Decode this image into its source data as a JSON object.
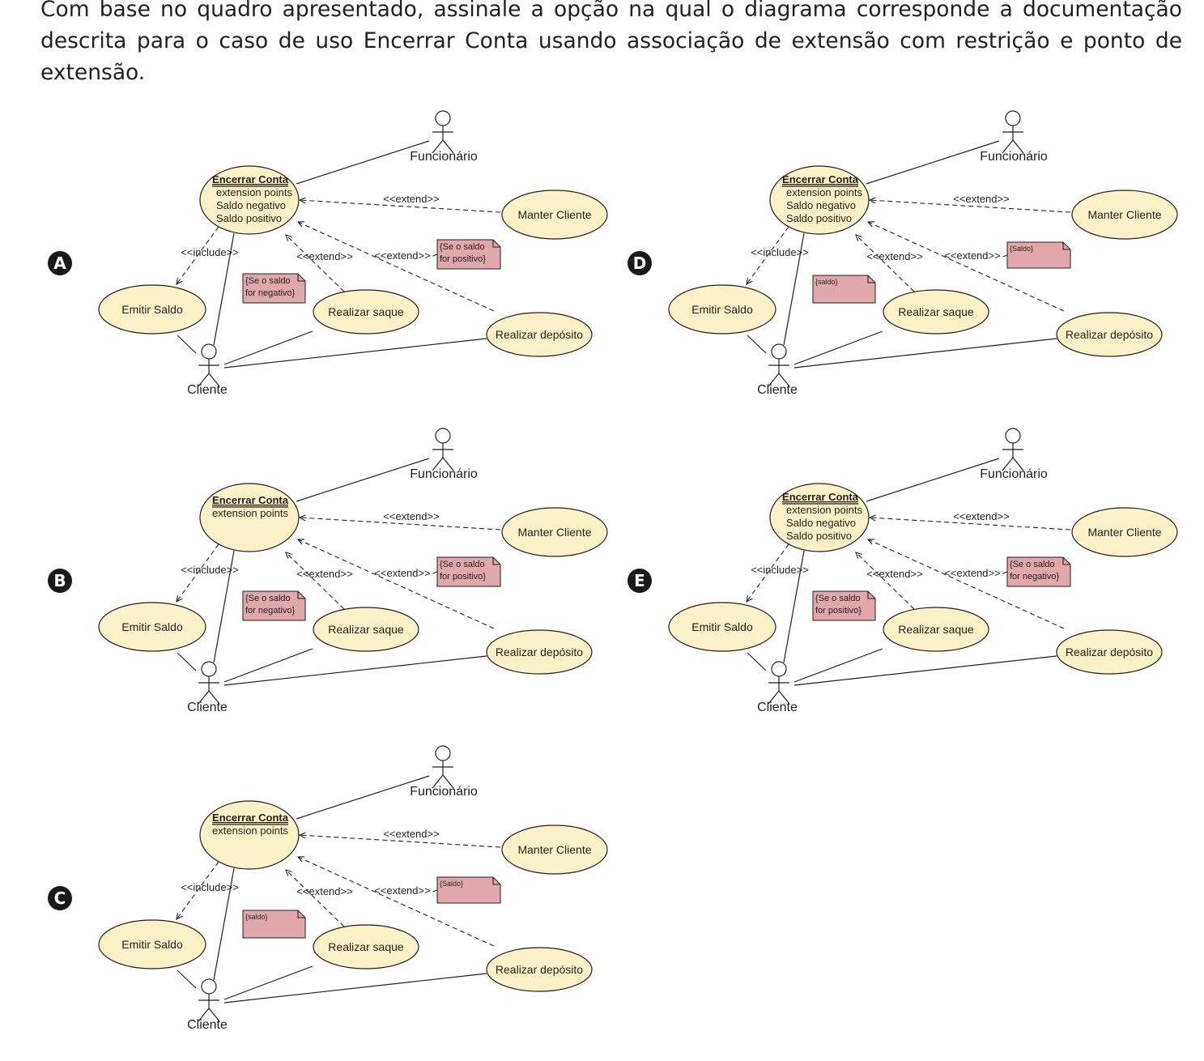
{
  "question": "Com base no quadro apresentado, assinale a opção na qual o diagrama corresponde a documentação descrita para o caso de uso Encerrar Conta usando associação de extensão com restrição e ponto de extensão.",
  "colors": {
    "usecase_fill": "#fbf1c6",
    "note_fill": "#e0a8ab",
    "stroke": "#231f20",
    "badge": "#1a1a1a"
  },
  "common": {
    "actor_funcionario": "Funcionário",
    "actor_cliente": "Cliente",
    "uc_manter": "Manter Cliente",
    "uc_emitir": "Emitir Saldo",
    "uc_saque": "Realizar saque",
    "uc_deposito": "Realizar depósito",
    "uc_main_title": "Encerrar Conta",
    "ext_points_label": "extension points",
    "include_label": "<<include>>",
    "extend_label": "<<extend>>"
  },
  "options": [
    {
      "letter": "A",
      "ext_points": [
        "Saldo negativo",
        "Saldo positivo"
      ],
      "note_small": [
        "{Se o saldo",
        "for negativo}"
      ],
      "note_right": [
        "{Se o saldo",
        "for positivo}"
      ]
    },
    {
      "letter": "B",
      "ext_points": [],
      "note_small": [
        "{Se o saldo",
        "for negativo}"
      ],
      "note_right": [
        "{Se o saldo",
        "for positivo}"
      ]
    },
    {
      "letter": "C",
      "ext_points": [],
      "note_small": [
        "{saldo}"
      ],
      "note_right": [
        "{Saldo}"
      ]
    },
    {
      "letter": "D",
      "ext_points": [
        "Saldo negativo",
        "Saldo positivo"
      ],
      "note_small": [
        "{saldo}"
      ],
      "note_right": [
        "{Saldo}"
      ]
    },
    {
      "letter": "E",
      "ext_points": [
        "Saldo negativo",
        "Saldo positivo"
      ],
      "note_small": [
        "{Se o saldo",
        "for positivo}"
      ],
      "note_right": [
        "{Se o saldo",
        "for negativo}"
      ]
    }
  ]
}
